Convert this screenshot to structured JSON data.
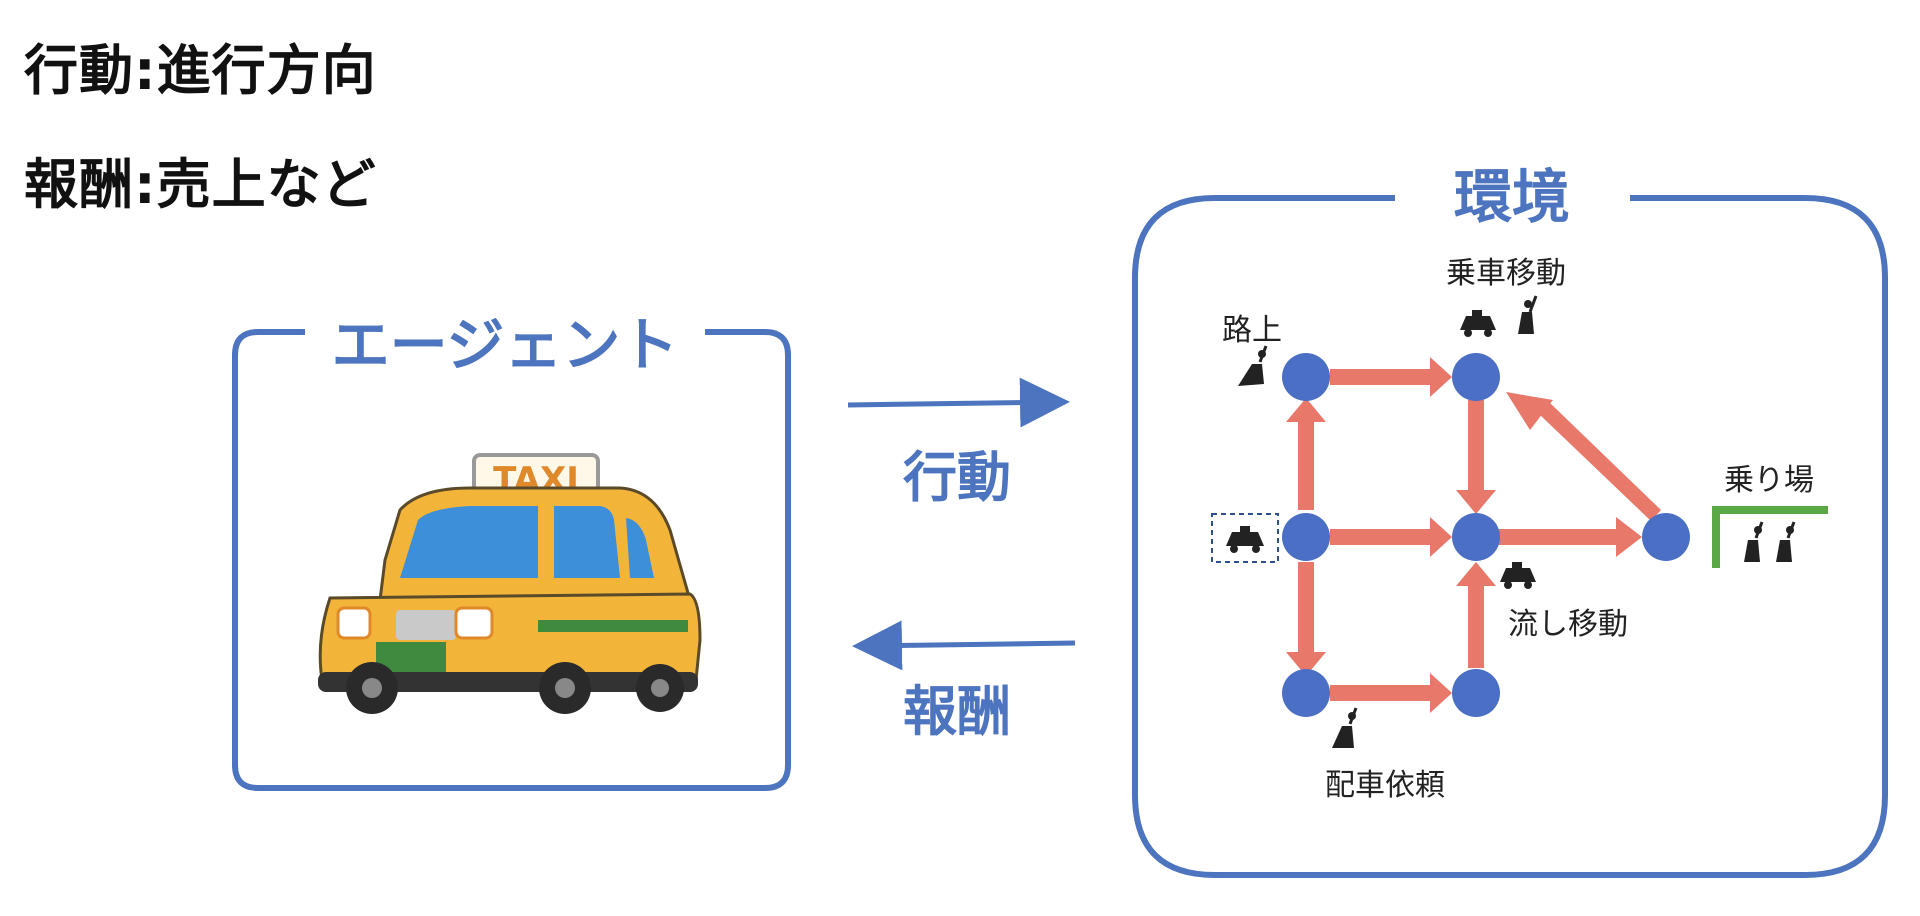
{
  "definitions": {
    "action": "行動:進行方向",
    "reward": "報酬:売上など"
  },
  "agent": {
    "title": "エージェント",
    "taxi_sign": "TAXI"
  },
  "environment": {
    "title": "環境",
    "labels": {
      "street": "路上",
      "ride": "乗車移動",
      "cruise": "流し移動",
      "dispatch": "配車依頼",
      "stand": "乗り場"
    }
  },
  "arrows": {
    "action": "行動",
    "reward": "報酬"
  },
  "colors": {
    "accent_blue": "#4d74bf",
    "node_blue": "#4a6fc4",
    "edge_salmon": "#e8786a",
    "stand_green": "#5aa845",
    "taxi_yellow": "#f2b53a"
  }
}
